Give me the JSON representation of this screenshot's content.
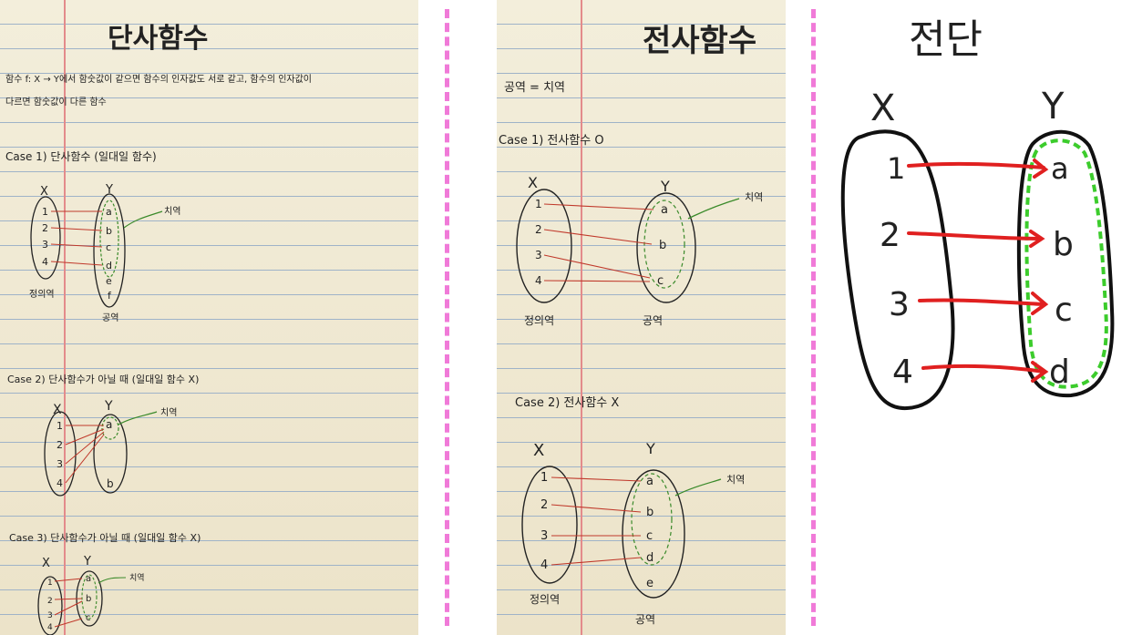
{
  "left": {
    "title": "단사함수",
    "def_line1": "함수  f: X → Y에서  함숫값이 같으면  함수의 인자값도  서로 같고,   함수의 인자값이",
    "def_line2": "다르면  함숫값이  다른 함수",
    "case1": {
      "heading": "Case 1)  단사함수 (일대일 함수)",
      "x_label": "X",
      "y_label": "Y",
      "domain": [
        "1",
        "2",
        "3",
        "4"
      ],
      "codomain": [
        "a",
        "b",
        "c",
        "d",
        "e",
        "f"
      ],
      "range_label": "치역",
      "domain_label": "정의역",
      "codomain_label": "공역"
    },
    "case2": {
      "heading": "Case 2)  단사함수가 아닐 때 (일대일 함수 X)",
      "x_label": "X",
      "y_label": "Y",
      "domain": [
        "1",
        "2",
        "3",
        "4"
      ],
      "codomain": [
        "a",
        "b"
      ],
      "range_label": "치역"
    },
    "case3": {
      "heading": "Case 3)  단사함수가 아닐 때 (일대일 함수 X)",
      "x_label": "X",
      "y_label": "Y",
      "domain": [
        "1",
        "2",
        "3",
        "4"
      ],
      "codomain": [
        "a",
        "b",
        "c"
      ],
      "range_label": "치역"
    }
  },
  "middle": {
    "title": "전사함수",
    "def": "공역 = 치역",
    "case1": {
      "heading": "Case 1)  전사함수 O",
      "x_label": "X",
      "y_label": "Y",
      "domain": [
        "1",
        "2",
        "3",
        "4"
      ],
      "codomain": [
        "a",
        "b",
        "c"
      ],
      "range_label": "치역",
      "domain_label": "정의역",
      "codomain_label": "공역"
    },
    "case2": {
      "heading": "Case 2)  전사함수 X",
      "x_label": "X",
      "y_label": "Y",
      "domain": [
        "1",
        "2",
        "3",
        "4"
      ],
      "codomain": [
        "a",
        "b",
        "c",
        "d",
        "e"
      ],
      "range_label": "치역",
      "domain_label": "정의역",
      "codomain_label": "공역"
    }
  },
  "right": {
    "title": "전단",
    "x_label": "X",
    "y_label": "Y",
    "domain": [
      "1",
      "2",
      "3",
      "4"
    ],
    "codomain": [
      "a",
      "b",
      "c",
      "d"
    ]
  },
  "colors": {
    "arrow": "#e02020",
    "range": "#3ccc2c",
    "separator": "#f07ad8",
    "ink": "#111111"
  }
}
